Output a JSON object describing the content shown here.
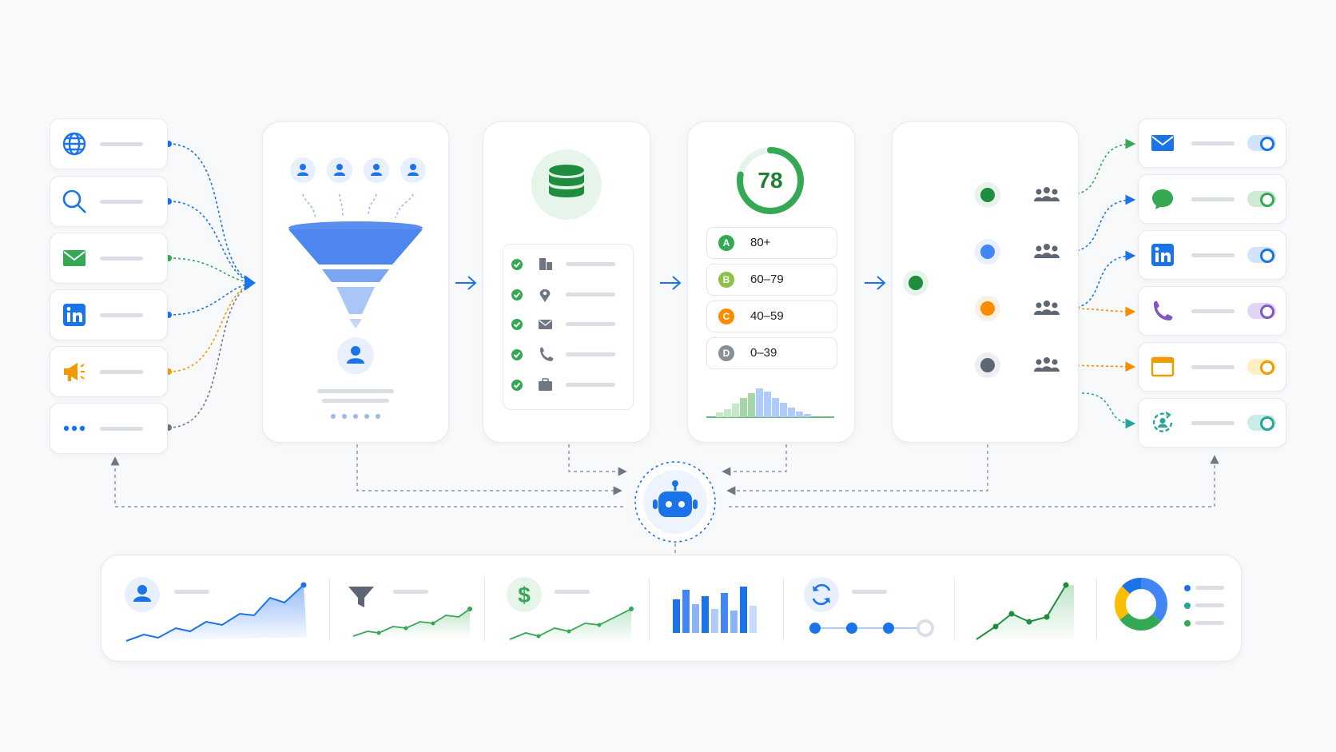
{
  "sources": [
    {
      "icon": "globe-icon",
      "color": "#1a73e8"
    },
    {
      "icon": "search-icon",
      "color": "#1a73e8"
    },
    {
      "icon": "mail-icon",
      "color": "#34a853"
    },
    {
      "icon": "linkedin-icon",
      "color": "#1a73e8"
    },
    {
      "icon": "megaphone-icon",
      "color": "#f29900"
    },
    {
      "icon": "more-icon",
      "color": "#1a73e8"
    }
  ],
  "scoring": {
    "score": "78",
    "score_fraction": 0.78,
    "grades": [
      {
        "letter": "A",
        "range": "80+",
        "color": "#34a853"
      },
      {
        "letter": "B",
        "range": "60–79",
        "color": "#8bc34a"
      },
      {
        "letter": "C",
        "range": "40–59",
        "color": "#fb8c00"
      },
      {
        "letter": "D",
        "range": "0–39",
        "color": "#8a8f98"
      }
    ]
  },
  "enrichment": {
    "fields": [
      "building-icon",
      "location-pin-icon",
      "mail-icon",
      "phone-icon",
      "briefcase-icon"
    ]
  },
  "segments": [
    "#34a853",
    "#4285f4",
    "#fb8c00",
    "#5f6673"
  ],
  "channels": [
    {
      "icon": "mail-icon",
      "color": "#1a73e8"
    },
    {
      "icon": "chat-icon",
      "color": "#34a853"
    },
    {
      "icon": "linkedin-icon",
      "color": "#1a73e8"
    },
    {
      "icon": "phone-icon",
      "color": "#7e57c2"
    },
    {
      "icon": "browser-window-icon",
      "color": "#f29900"
    },
    {
      "icon": "contact-sync-icon",
      "color": "#26a69a"
    }
  ],
  "colors": {
    "primary": "#1a73e8",
    "green": "#34a853",
    "orange": "#fb8c00",
    "gray": "#8a8f98"
  },
  "dashboard": {
    "currency_symbol": "$",
    "pipeline_steps": 4,
    "pipeline_completed": 3
  }
}
